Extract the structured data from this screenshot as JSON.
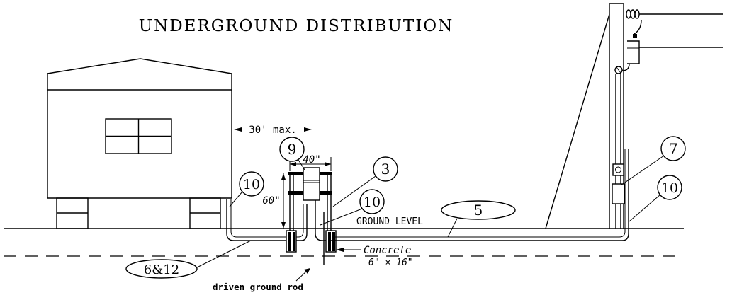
{
  "title": "UNDERGROUND DISTRIBUTION",
  "dimensions": {
    "max_distance": "30' max.",
    "width": "40\"",
    "height": "60\""
  },
  "labels": {
    "ground_level": "GROUND LEVEL",
    "concrete": "Concrete",
    "concrete_size": "6\" × 16\"",
    "driven_ground_rod": "driven ground rod"
  },
  "callouts": {
    "n9": "9",
    "n3": "3",
    "n10_center": "10",
    "n10_left": "10",
    "n10_right": "10",
    "n7": "7",
    "n5": "5",
    "n6_12": "6&12"
  }
}
